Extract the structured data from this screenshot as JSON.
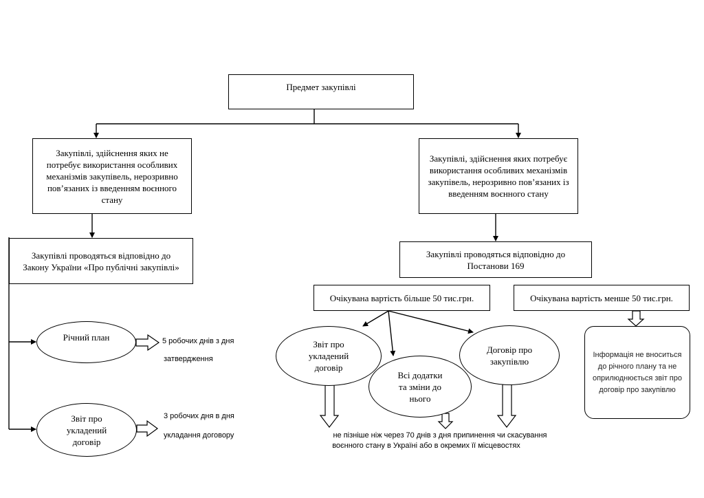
{
  "nodes": {
    "subject": "Предмет закупівлі",
    "left_category": "Закупівлі, здійснення яких не потребує використання особливих механізмів закупівель, нерозривно пов’язаних із введенням воєнного стану",
    "right_category": "Закупівлі, здійснення яких потребує використання особливих механізмів закупівель, нерозривно пов’язаних із введенням воєнного стану",
    "left_law": "Закупівлі проводяться відповідно до Закону України «Про публічні закупівлі»",
    "right_law": "Закупівлі проводяться відповідно до Постанови 169",
    "annual_plan": "Річний план",
    "left_report": "Звіт про укладений договір",
    "value_over": "Очікувана вартість більше 50 тис.грн.",
    "value_under": "Очікувана вартість менше 50 тис.грн.",
    "right_report": "Звіт про укладений договір",
    "attachments": "Всі додатки та зміни до нього",
    "contract": "Договір про закупівлю",
    "info_box": "Інформація не вноситься до річного плану та не оприлюднюється звіт про договір про закупівлю"
  },
  "notes": {
    "annual_plan_line1": "5 робочих днів з дня",
    "annual_plan_line2": "затвердження",
    "report_line1": "3 робочих дня в дня",
    "report_line2": "укладання договору",
    "bottom_line1": "не пізніше ніж через 70 днів з дня припинення чи скасування",
    "bottom_line2": "воєнного стану в Україні або  в окремих її місцевостях"
  }
}
